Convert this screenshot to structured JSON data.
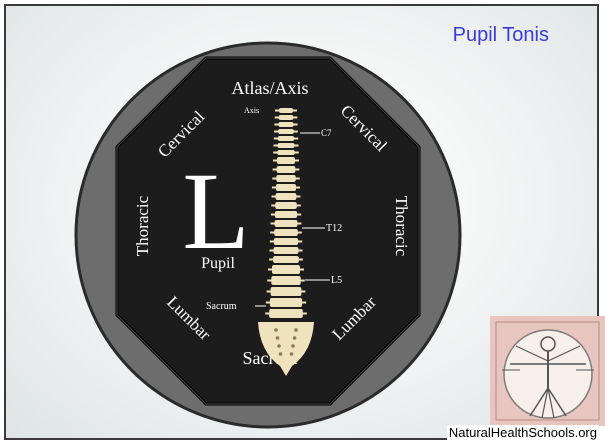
{
  "slide": {
    "title": "Pupil Tonis",
    "website": "NaturalHealthSchools.org",
    "big_letter": "L",
    "pupil_label": "Pupil",
    "regions": {
      "top": "Atlas/Axis",
      "upper_left": "Cervical",
      "upper_right": "Cervical",
      "left": "Thoracic",
      "right": "Thoracic",
      "lower_left": "Lumbar",
      "lower_right": "Lumbar",
      "bottom": "Sacrum"
    },
    "spine_labels": {
      "axis": "Axis",
      "c7": "C7",
      "t12": "T12",
      "l5": "L5",
      "sacrum": "Sacrum"
    },
    "colors": {
      "title": "#3b3bd6",
      "ring": "#6a6a6a",
      "octagon": "#1e1e1e",
      "bone": "#efe3bd"
    },
    "logo_icon": "vitruvian-man-icon"
  }
}
